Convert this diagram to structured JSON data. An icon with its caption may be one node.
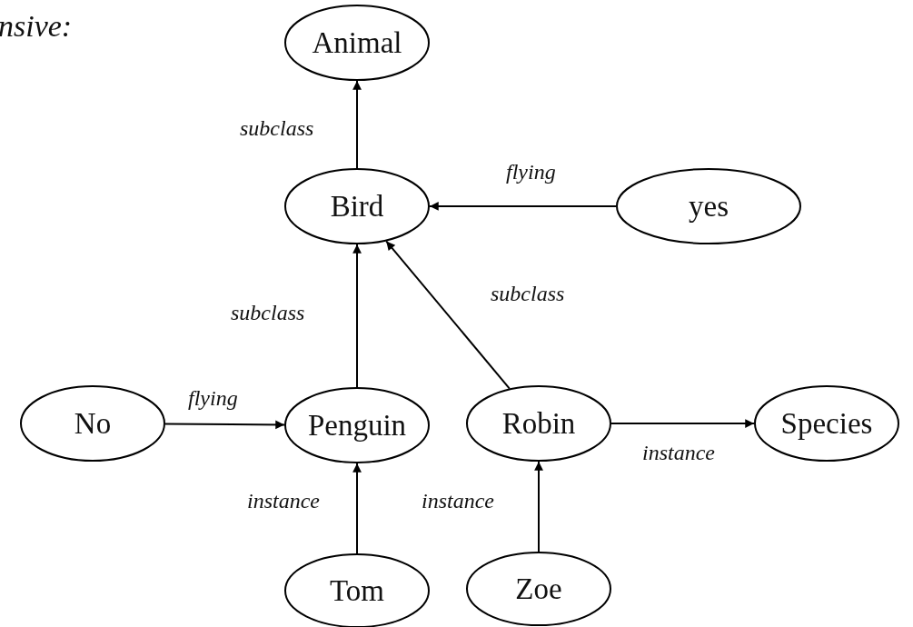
{
  "diagram": {
    "nodes": [
      {
        "text": [
          "Animal"
        ]
      },
      {
        "text": [
          "Bird"
        ]
      },
      {
        "text": [
          "yes"
        ]
      },
      {
        "text": [
          "No"
        ]
      },
      {
        "text": [
          "Penguin"
        ]
      },
      {
        "text": [
          "Robin"
        ]
      },
      {
        "text": [
          "Species"
        ]
      },
      {
        "text": [
          "Tom"
        ]
      },
      {
        "text": [
          "Zoe"
        ]
      }
    ],
    "edges": [
      {
        "from": 1,
        "to": 0,
        "arrow": "to",
        "label": "subclass"
      },
      {
        "from": 2,
        "to": 1,
        "arrow": "to",
        "label": "flying"
      },
      {
        "from": 4,
        "to": 1,
        "arrow": "to",
        "label": "subclass"
      },
      {
        "from": 5,
        "to": 1,
        "arrow": "to",
        "label": "subclass"
      },
      {
        "from": 3,
        "to": 4,
        "arrow": "to",
        "label": "flying"
      },
      {
        "from": 5,
        "to": 6,
        "arrow": "to",
        "label": "instance"
      },
      {
        "from": 7,
        "to": 4,
        "arrow": "to",
        "label": "instance"
      },
      {
        "from": 8,
        "to": 5,
        "arrow": "to",
        "label": "instance"
      }
    ],
    "labels": [
      "nsive:"
    ]
  }
}
